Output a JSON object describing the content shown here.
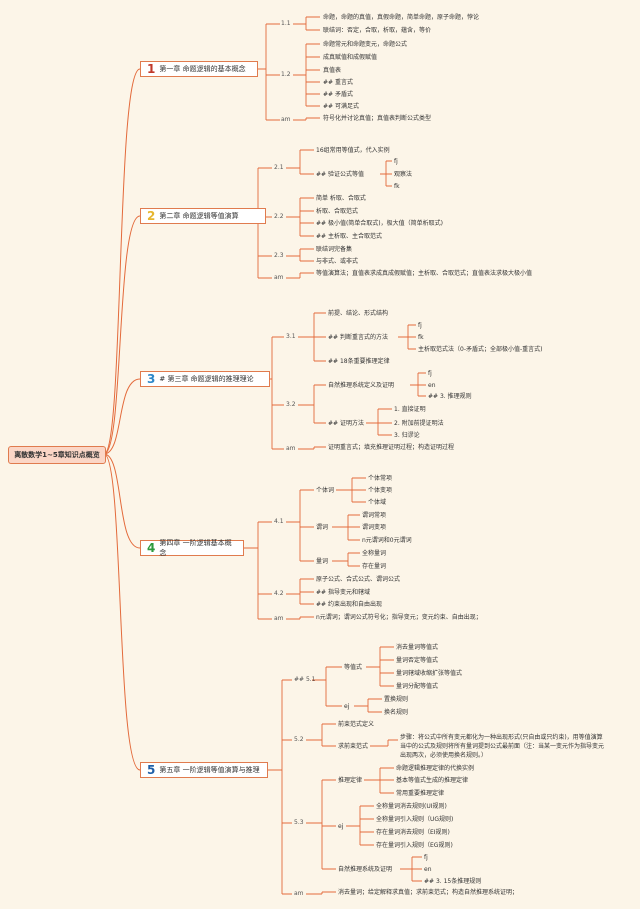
{
  "root": "离散数学1~5章知识点概览",
  "colors": {
    "line": "#e36a3b",
    "chapter_num": [
      "#c0392b",
      "#e6b630",
      "#2e88c9",
      "#2e9a3f",
      "#1f5fa8"
    ]
  },
  "chapters": [
    {
      "num": "1",
      "title": "第一章 命题逻辑的基本概念",
      "s1": {
        "label": "1.1",
        "items": [
          "命题，命题的真值，真假命题，简单命题，原子命题，悖论",
          "联结词：否定，合取，析取，蕴含，等价"
        ]
      },
      "s2": {
        "label": "1.2",
        "items": [
          "命题常元和命题变元，命题公式",
          "成真赋值和成假赋值",
          "真值表",
          "## 重言式",
          "## 矛盾式",
          "## 可满足式"
        ]
      },
      "am": {
        "label": "am",
        "text": "符号化并讨论真值；真值表判断公式类型"
      }
    },
    {
      "num": "2",
      "title": "第二章 命题逻辑等值演算",
      "s1": {
        "label": "2.1",
        "a": "16组常用等值式，代入实例",
        "b": "## 验证公式等值",
        "opts": [
          "fj",
          "观察法",
          "fk"
        ]
      },
      "s2": {
        "label": "2.2",
        "items": [
          "简单 析取、合取式",
          "析取、合取范式",
          "## 极小值(简单合取式)，极大值（简单析取式)",
          "## 主析取、主合取范式"
        ]
      },
      "s3": {
        "label": "2.3",
        "items": [
          "联结词完备集",
          "与非式、或非式"
        ]
      },
      "am": {
        "label": "am",
        "text": "等值演算法；直值表求成真成假赋值；主析取、合取范式；直值表法求极大极小值"
      }
    },
    {
      "num": "3",
      "title": "# 第三章 命题逻辑的推理理论",
      "s1": {
        "label": "3.1",
        "a": "前提、结论、形式结构",
        "b": "## 判断重言式的方法",
        "opts": [
          "fj",
          "fk",
          "主析取范式法（0-矛盾式；全部极小值-重言式)"
        ],
        "c": "## 18条重要推理定律"
      },
      "s2": {
        "label": "3.2",
        "a": "自然推理系统定义及证明",
        "aopts": [
          "fj",
          "en",
          "## 3. 推理规则"
        ],
        "b": "## 证明方法",
        "bopts": [
          "1. 直接证明",
          "2. 附加前提证明法",
          "3. 归谬论"
        ]
      },
      "am": {
        "label": "am",
        "text": "证明重言式；填充推理证明过程；构造证明过程"
      }
    },
    {
      "num": "4",
      "title": "第四章 一阶逻辑基本概念",
      "s1": {
        "label": "4.1",
        "g1": {
          "label": "个体词",
          "items": [
            "个体常项",
            "个体变项",
            "个体域"
          ]
        },
        "g2": {
          "label": "谓词",
          "items": [
            "谓词常项",
            "谓词变项",
            "n元谓词和0元谓词"
          ]
        },
        "g3": {
          "label": "量词",
          "items": [
            "全称量词",
            "存在量词"
          ]
        }
      },
      "s2": {
        "label": "4.2",
        "items": [
          "原子公式、合式公式、谓词公式",
          "## 指导变元和辖域",
          "## 约束出现和自由出现"
        ]
      },
      "am": {
        "label": "am",
        "text": "n元谓词；谓词公式符号化；指导变元；变元约束、自由出现；"
      }
    },
    {
      "num": "5",
      "title": "第五章 一阶逻辑等值演算与推理",
      "s1": {
        "label": "## 5.1",
        "g1": {
          "label": "等值式",
          "items": [
            "消去量词等值式",
            "量词否定等值式",
            "量词辖域收缩扩张等值式",
            "量词分配等值式"
          ]
        },
        "g2": {
          "label": "ej",
          "items": [
            "置换规则",
            "换名规则"
          ]
        }
      },
      "s2": {
        "label": "5.2",
        "a": "前束范式定义",
        "b": "求前束范式",
        "note": "步骤：将公式中所有变元都化为一种出现形式(只自由或只约束)，用等值演算当中的公式及规则将所有量词提到公式最前面（注：当某一变元作为指导变元出现两次，必须使用换名规则。）"
      },
      "s3": {
        "label": "5.3",
        "g1": {
          "label": "推理定律",
          "items": [
            "命题逻辑推理定律的代换实例",
            "基本等值式生成的推理定律",
            "常用重要推理定律"
          ]
        },
        "g2": {
          "label": "ej",
          "items": [
            "全称量词消去规则(UI规则)",
            "全称量词引入规则（UG规则)",
            "存在量词消去规则（EI规则)",
            "存在量词引入规则（EG规则)"
          ]
        },
        "g3": {
          "label": "自然推理系统及证明",
          "items": [
            "fj",
            "en",
            "## 3. 15条推理规则"
          ]
        }
      },
      "am": {
        "label": "am",
        "text": "消去量词；给定解释求真值；求前束范式；构造自然推理系统证明；"
      }
    }
  ]
}
